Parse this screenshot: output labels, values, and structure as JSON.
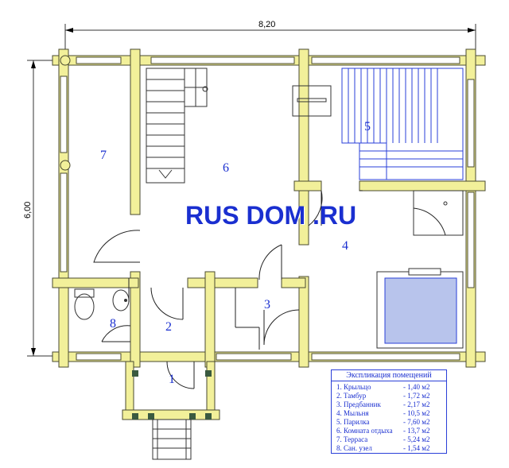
{
  "dimensions": {
    "width": "8,20",
    "height": "6,00"
  },
  "brand": "RUS DOM .RU",
  "rooms": [
    {
      "number": "1"
    },
    {
      "number": "2"
    },
    {
      "number": "3"
    },
    {
      "number": "4"
    },
    {
      "number": "5"
    },
    {
      "number": "6"
    },
    {
      "number": "7"
    },
    {
      "number": "8"
    }
  ],
  "legend": {
    "title": "Экспликация помещений",
    "items": [
      {
        "name": "1. Крыльцо",
        "area": "- 1,40 м2"
      },
      {
        "name": "2. Тамбур",
        "area": "- 1,72 м2"
      },
      {
        "name": "3. Предбанник",
        "area": "- 2,17 м2"
      },
      {
        "name": "4. Мыльня",
        "area": "- 10,5 м2"
      },
      {
        "name": "5. Парилка",
        "area": "- 7,60 м2"
      },
      {
        "name": "6. Комната отдыха",
        "area": "- 13,7 м2"
      },
      {
        "name": "7. Терраса",
        "area": "- 5,24 м2"
      },
      {
        "name": "8. Сан. узел",
        "area": "- 1,54 м2"
      }
    ]
  }
}
